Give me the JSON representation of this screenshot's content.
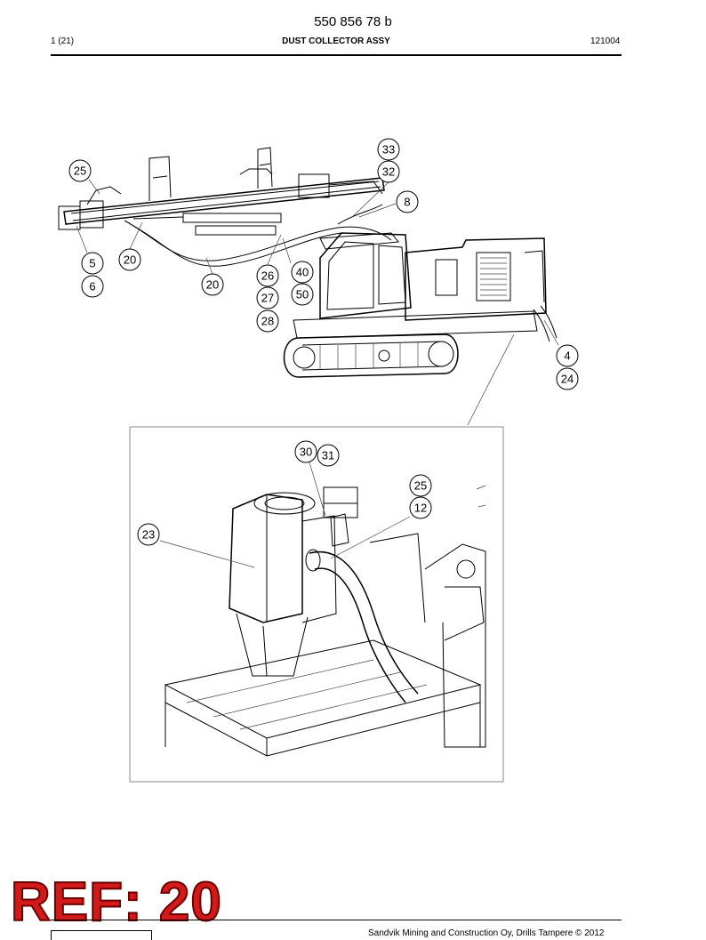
{
  "header": {
    "doc_number": "550 856 78 b",
    "page_count": "1 (21)",
    "title": "DUST COLLECTOR ASSY",
    "date_code": "121004"
  },
  "callouts": {
    "c33": "33",
    "c32": "32",
    "c25a": "25",
    "c8": "8",
    "c5": "5",
    "c20a": "20",
    "c6": "6",
    "c20b": "20",
    "c26": "26",
    "c40": "40",
    "c27": "27",
    "c50": "50",
    "c28": "28",
    "c4": "4",
    "c24": "24",
    "c30": "30",
    "c31": "31",
    "c25b": "25",
    "c12": "12",
    "c23": "23"
  },
  "stamp": {
    "text": "REF: 20"
  },
  "footer": {
    "text": "Sandvik Mining and Construction Oy, Drills Tampere © 2012"
  }
}
